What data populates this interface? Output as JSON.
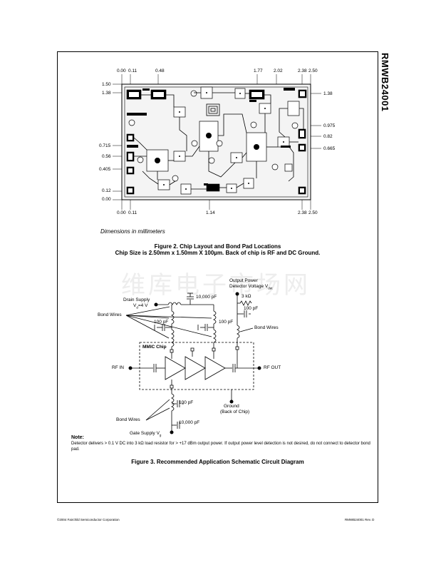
{
  "doc": {
    "part_number": "RMWB24001"
  },
  "figure2": {
    "top_labels": [
      "0.00",
      "0.11",
      "0.48",
      "1.77",
      "2.02",
      "2.38",
      "2.50"
    ],
    "bottom_labels": [
      "0.00",
      "0.11",
      "1.14",
      "2.38",
      "2.50"
    ],
    "left_labels": [
      "1.50",
      "1.38",
      "0.715",
      "0.56",
      "0.405",
      "0.12",
      "0.00"
    ],
    "right_labels": [
      "1.38",
      "0.975",
      "0.82",
      "0.665"
    ],
    "dimensions_note": "Dimensions in millimeters",
    "caption_line1": "Figure 2.  Chip Layout and Bond Pad Locations",
    "caption_line2": "Chip Size is 2.50mm x 1.50mm X 100µm. Back of chip is RF and DC Ground."
  },
  "watermark": "维库电子市场网",
  "figure3": {
    "drain_supply": "Drain Supply",
    "vd": "V",
    "vd_sub": "d",
    "vd_value": "=4 V",
    "bond_wires_top": "Bond Wires",
    "cap_10000_top": "10,000 pF",
    "cap_100_left": "100 pF",
    "cap_100_mid": "100 pF",
    "output_power": "Output Power",
    "detector_voltage": "Detector Voltage  V",
    "det_sub": "det",
    "res_3k": "3 kΩ",
    "cap_100_det": "100 pF",
    "bond_wires_right": "Bond Wires",
    "mmic_chip": "MMIC Chip",
    "rf_in": "RF IN",
    "rf_out": "RF OUT",
    "ground": "Ground",
    "back_of_chip": "(Back of Chip)",
    "cap_100_gate": "100 pF",
    "bond_wires_bottom": "Bond Wires",
    "cap_10000_gate": "10,000 pF",
    "gate_supply": "Gate Supply V",
    "gate_sub": "g",
    "note_heading": "Note:",
    "note_text": "Detector delivers > 0.1 V DC into 3 kΩ load resistor for > +17 dBm output power. If output power level detection is not desired, do not connect to detector bond pad.",
    "caption": "Figure 3.  Recommended Application Schematic Circuit Diagram"
  },
  "footer": {
    "left": "©2004 Fairchild Semiconductor Corporation",
    "right": "RMWB24001 Rev. D"
  }
}
